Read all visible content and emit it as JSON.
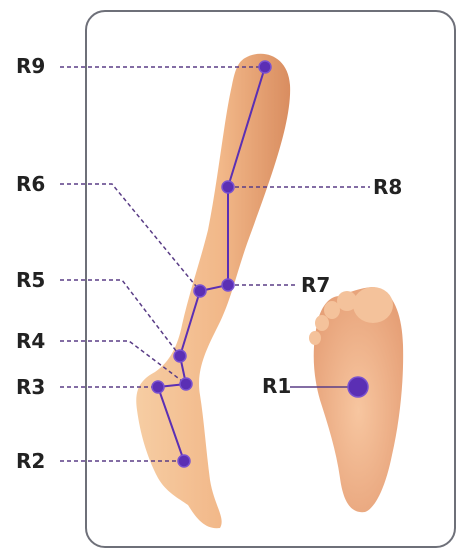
{
  "labels": {
    "r1": "R1",
    "r2": "R2",
    "r3": "R3",
    "r4": "R4",
    "r5": "R5",
    "r6": "R6",
    "r7": "R7",
    "r8": "R8",
    "r9": "R9"
  },
  "colors": {
    "point": "#5b2fb4",
    "skin": "#f2b889",
    "frame": "#6e7079"
  }
}
